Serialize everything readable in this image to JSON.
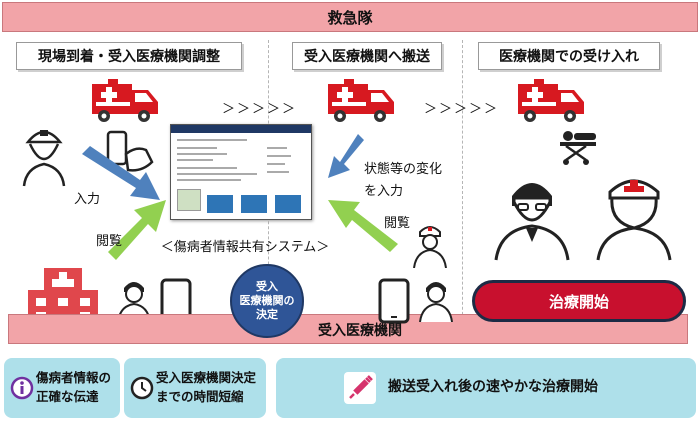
{
  "header": {
    "title": "救急隊"
  },
  "stages": [
    {
      "label": "現場到着・受入医療機関調整"
    },
    {
      "label": "受入医療機関へ搬送"
    },
    {
      "label": "医療機関での受け入れ"
    }
  ],
  "arrows": {
    "left": "＞＞＞＞＞",
    "right": "＞＞＞＞＞"
  },
  "labels": {
    "input_left": "入力",
    "view_left": "閲覧",
    "status_change": "状態等の変化",
    "status_input": "を入力",
    "view_right": "閲覧",
    "system": "＜傷病者情報共有システム＞"
  },
  "decision_circle": {
    "line1": "受入",
    "line2": "医療機関の",
    "line3": "決定"
  },
  "hospital_band": {
    "label": "受入医療機関"
  },
  "treatment_button": {
    "label": "治療開始"
  },
  "benefits": [
    {
      "line1": "傷病者情報の",
      "line2": "正確な伝達",
      "icon": "info-icon"
    },
    {
      "line1": "受入医療機関決定",
      "line2": "までの時間短縮",
      "icon": "clock-icon"
    },
    {
      "line1": "搬送受入れ後の速やかな治療開始",
      "icon": "syringe-icon"
    }
  ],
  "colors": {
    "pink_band": "#f2a4a8",
    "blue_arrow": "#4f81bd",
    "green_arrow": "#92d050",
    "red": "#c8102e",
    "benefit_bg": "#aee0ea",
    "navy": "#2f5597"
  }
}
